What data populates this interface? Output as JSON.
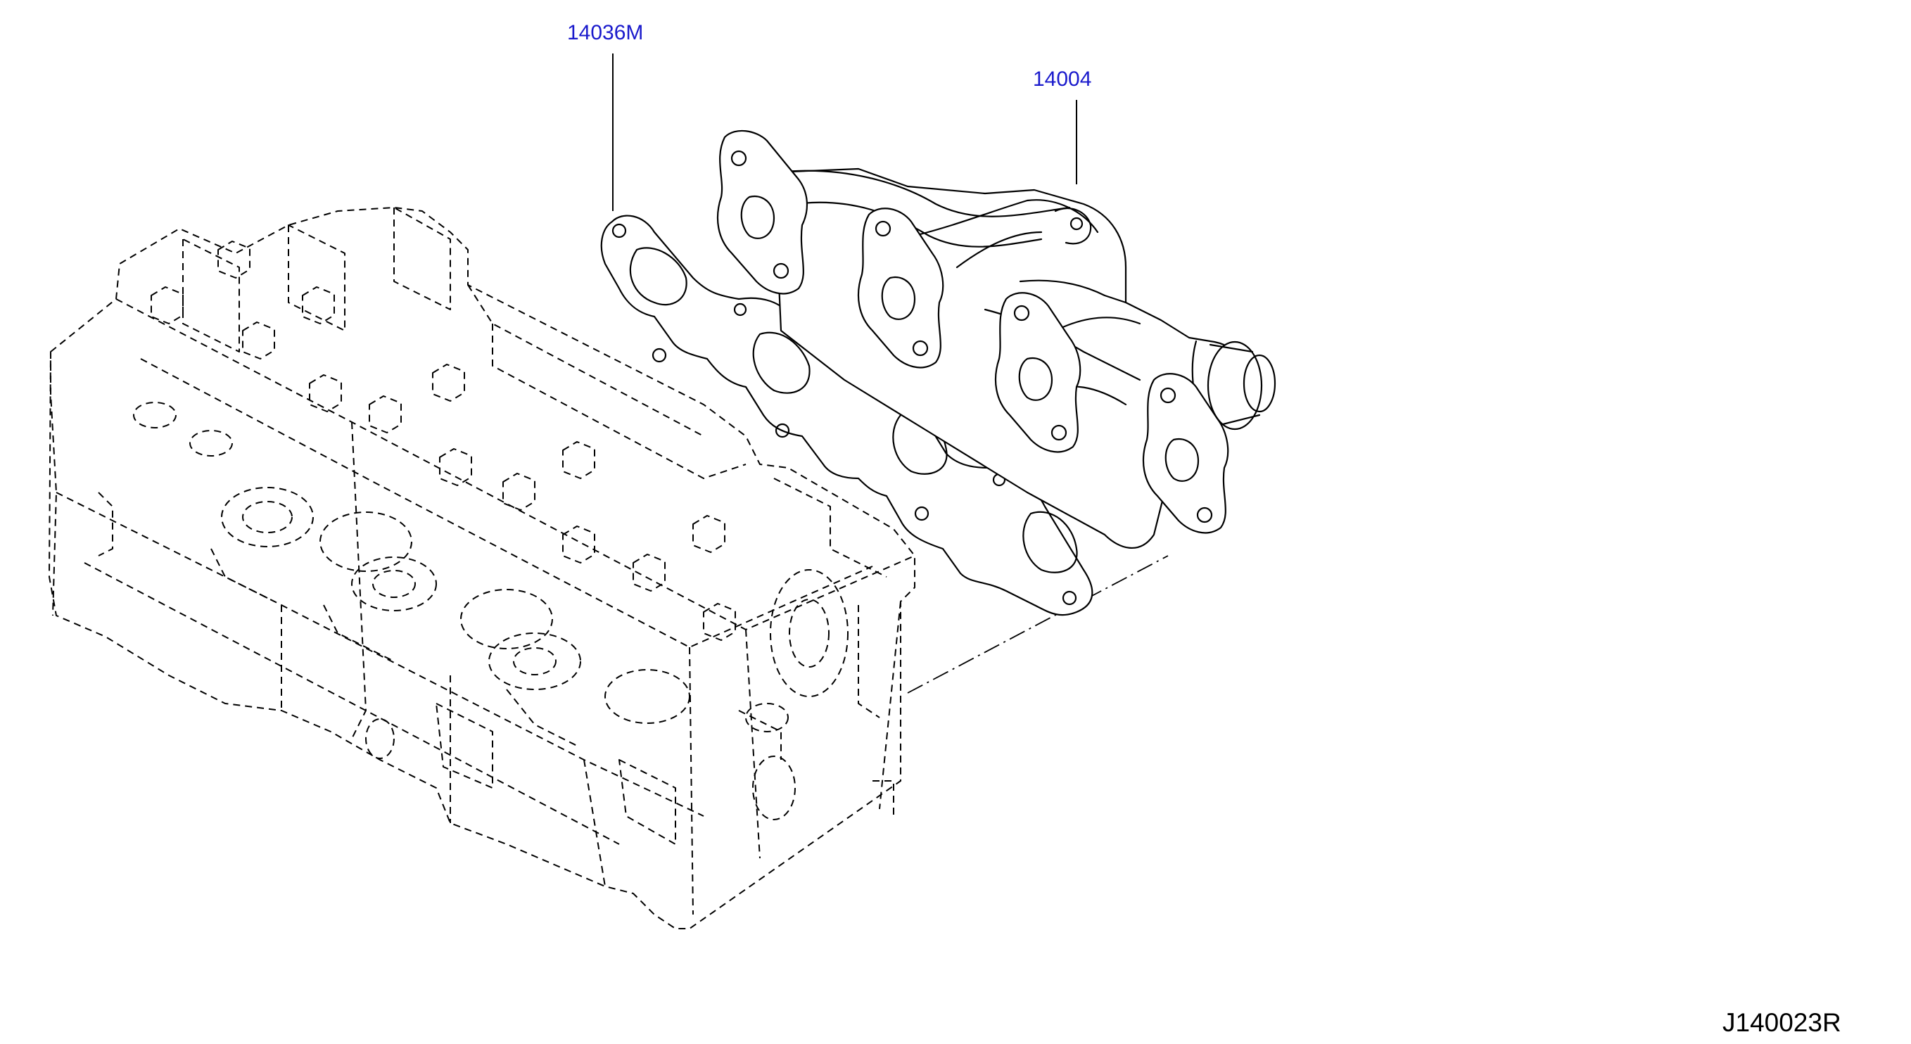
{
  "callouts": [
    {
      "part_number": "14036M"
    },
    {
      "part_number": "14004"
    }
  ],
  "diagram_code": "J140023R"
}
